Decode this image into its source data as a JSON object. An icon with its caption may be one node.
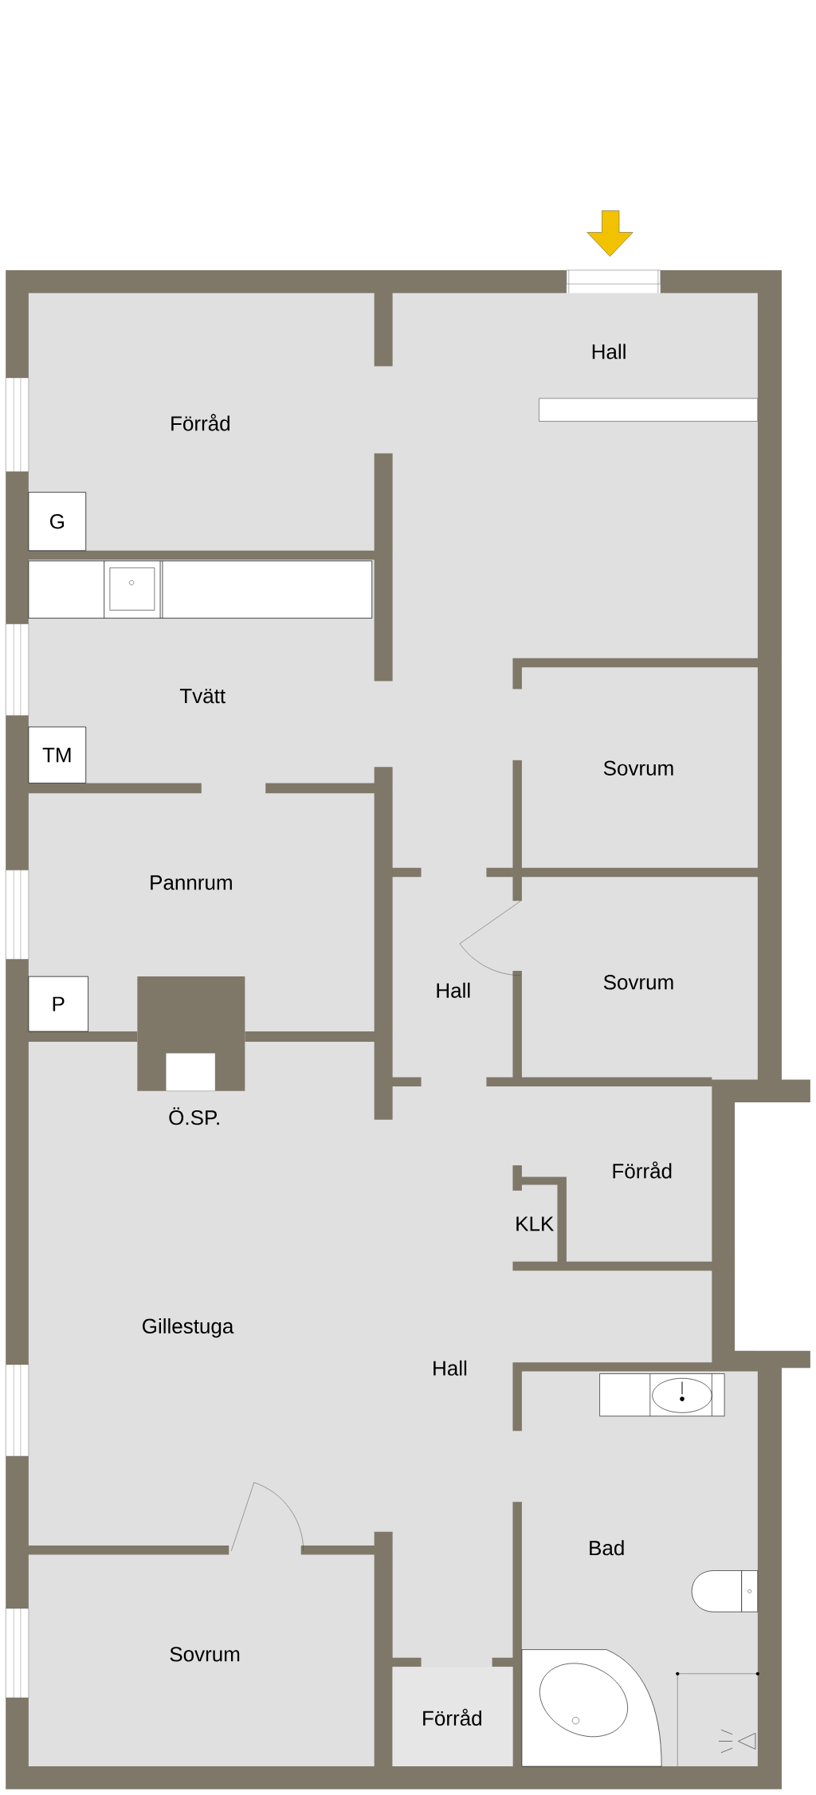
{
  "diagram": {
    "nodes": [
      {
        "text": [
          "G"
        ]
      },
      {
        "text": [
          "TM"
        ]
      },
      {
        "text": [
          "P"
        ]
      }
    ],
    "labels": [
      "Hall",
      "Förråd",
      "Tvätt",
      "Sovrum",
      "Pannrum",
      "Sovrum",
      "Hall",
      "Ö.SP.",
      "Förråd",
      "KLK",
      "Gillestuga",
      "Hall",
      "Bad",
      "Sovrum",
      "Förråd"
    ]
  }
}
